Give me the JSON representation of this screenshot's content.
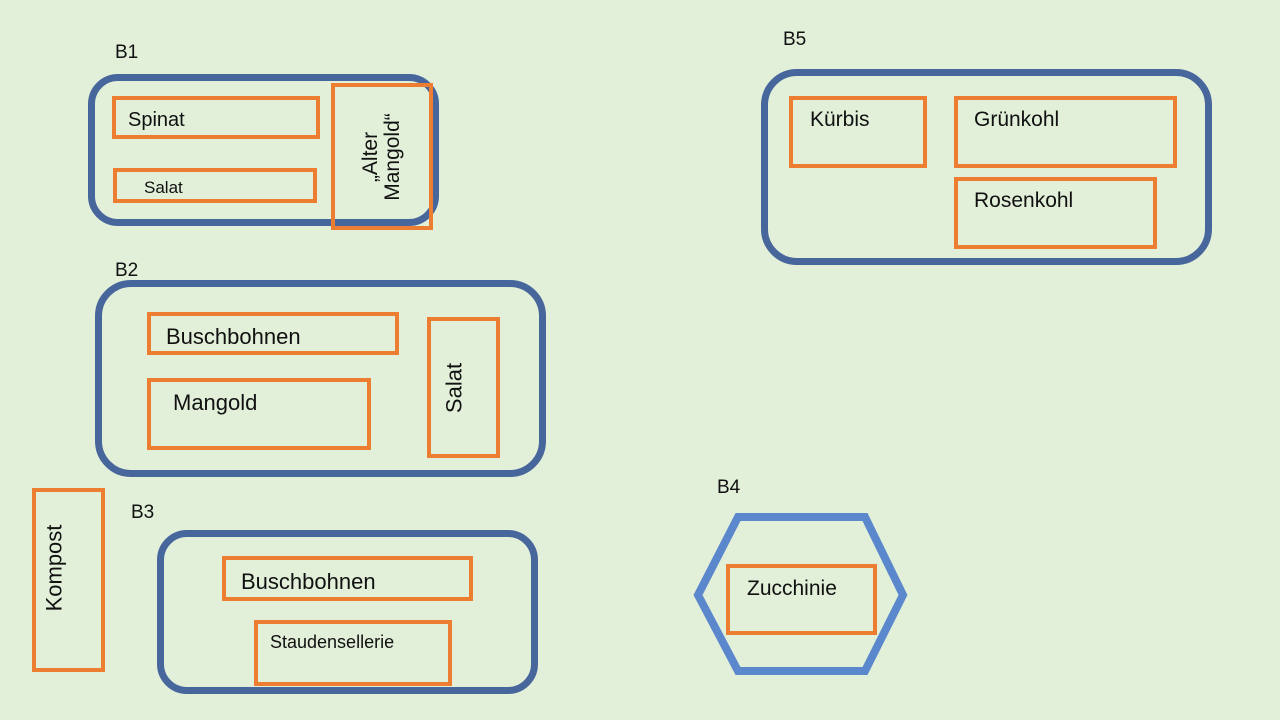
{
  "beds": {
    "b1": {
      "label": "B1",
      "plots": {
        "spinat": "Spinat",
        "salat": "Salat",
        "alter_mangold_1": "„Alter",
        "alter_mangold_2": "Mangold“"
      }
    },
    "b2": {
      "label": "B2",
      "plots": {
        "buschbohnen": "Buschbohnen",
        "mangold": "Mangold",
        "salat": "Salat"
      }
    },
    "b3": {
      "label": "B3",
      "plots": {
        "buschbohnen": "Buschbohnen",
        "staudensellerie": "Staudensellerie"
      }
    },
    "b4": {
      "label": "B4",
      "plots": {
        "zucchinie": "Zucchinie"
      }
    },
    "b5": {
      "label": "B5",
      "plots": {
        "kuerbis": "Kürbis",
        "gruenkohl": "Grünkohl",
        "rosenkohl": "Rosenkohl"
      }
    }
  },
  "kompost": "Kompost",
  "colors": {
    "background": "#e2efd9",
    "bed_border": "#47669c",
    "hex_border": "#5b87cc",
    "plot_border": "#ed7d31"
  }
}
